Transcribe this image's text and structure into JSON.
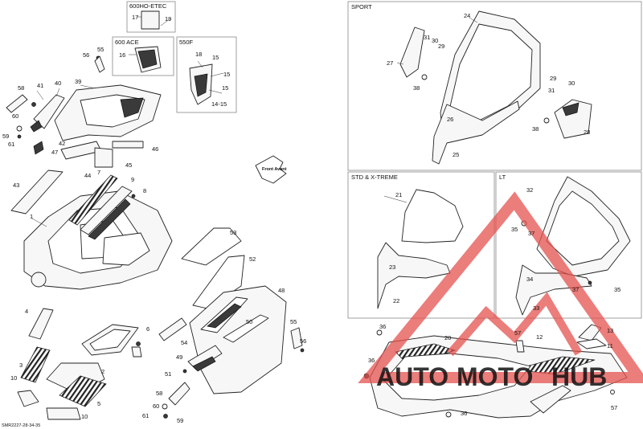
{
  "boxes": {
    "etec": "600HO-ETEC",
    "ace": "600 ACE",
    "f550": "550F",
    "sport": "SPORT",
    "std": "STD & X-TREME",
    "lt": "LT"
  },
  "front_arrow": "Front Avant",
  "drawing_code": "SMR2227-28-34-35",
  "watermark": {
    "part1": "AUTO",
    "part2": "MOTO",
    "part3": "HUB"
  },
  "callouts": {
    "c17": "17",
    "c19": "19",
    "c16": "16",
    "c55a": "55",
    "c56a": "56",
    "c18": "18",
    "c15a": "15",
    "c15b": "15",
    "c15c": "15",
    "c1415": "14-15",
    "c58a": "58",
    "c41": "41",
    "c40": "40",
    "c39": "39",
    "c60a": "60",
    "c59a": "59",
    "c61a": "61",
    "c42": "42",
    "c47": "47",
    "c46": "46",
    "c45": "45",
    "c44": "44",
    "c7": "7",
    "c9": "9",
    "c8": "8",
    "c43": "43",
    "c1": "1",
    "c4": "4",
    "c3": "3",
    "c2": "2",
    "c5": "5",
    "c10a": "10",
    "c10b": "10",
    "c6": "6",
    "c53": "53",
    "c52": "52",
    "c48": "48",
    "c50": "50",
    "c54": "54",
    "c55b": "55",
    "c56b": "56",
    "c49": "49",
    "c51": "51",
    "c58b": "58",
    "c60b": "60",
    "c61b": "61",
    "c59b": "59",
    "c24": "24",
    "c31a": "31",
    "c30a": "30",
    "c29a": "29",
    "c27": "27",
    "c38a": "38",
    "c26a": "26",
    "c25": "25",
    "c29b": "29",
    "c30b": "30",
    "c31b": "31",
    "c38b": "38",
    "c28": "28",
    "c21": "21",
    "c23": "23",
    "c22": "22",
    "c32": "32",
    "c35a": "35",
    "c37a": "37",
    "c34": "34",
    "c37b": "37",
    "c35b": "35",
    "c33": "33",
    "c36a": "36",
    "c36b": "36",
    "c36c": "36",
    "c20": "20",
    "c57a": "57",
    "c12": "12",
    "c13": "13",
    "c11": "11",
    "c57b": "57"
  }
}
